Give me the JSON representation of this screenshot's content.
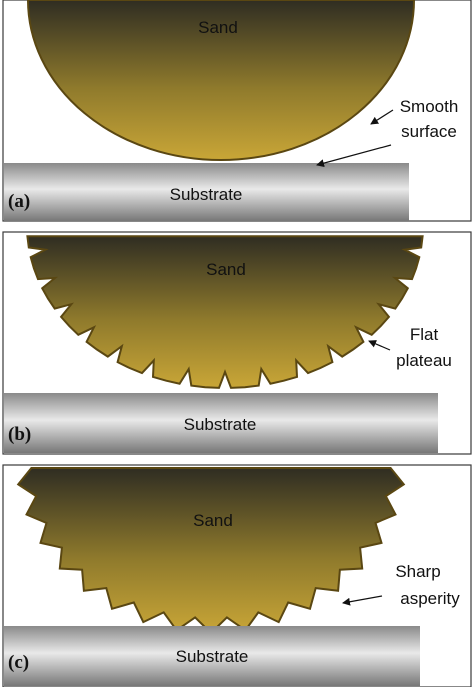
{
  "figure": {
    "panels": [
      {
        "id": "a",
        "tag": "(a)",
        "sand_label": "Sand",
        "substrate_label": "Substrate",
        "annotation": [
          "Smooth",
          "surface"
        ]
      },
      {
        "id": "b",
        "tag": "(b)",
        "sand_label": "Sand",
        "substrate_label": "Substrate",
        "annotation": [
          "Flat",
          "plateau"
        ]
      },
      {
        "id": "c",
        "tag": "(c)",
        "sand_label": "Sand",
        "substrate_label": "Substrate",
        "annotation": [
          "Sharp",
          "asperity"
        ]
      }
    ],
    "colors": {
      "sand_top": "#2f2d22",
      "sand_bottom": "#c9a637",
      "sand_outline": "#5a4712",
      "substrate_light": "#e6e6e6",
      "substrate_dark": "#7c7c7c"
    }
  }
}
